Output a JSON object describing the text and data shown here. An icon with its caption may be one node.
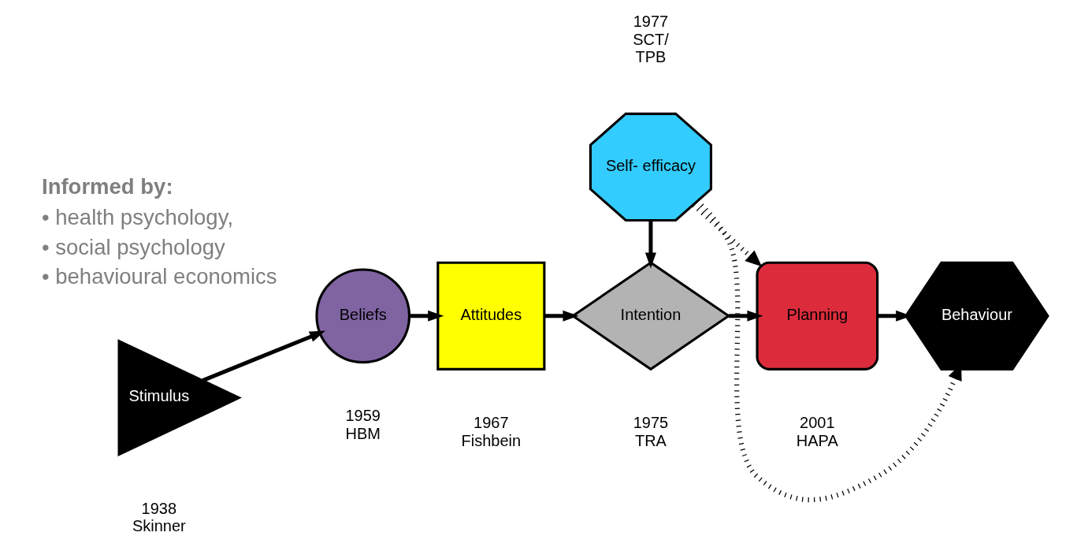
{
  "diagram": {
    "nodes": [
      {
        "text": [
          "Stimulus"
        ],
        "beside": [
          "1938 Skinner"
        ]
      },
      {
        "text": [
          "Beliefs"
        ],
        "beside": [
          "1959 HBM"
        ]
      },
      {
        "text": [
          "Attitudes"
        ],
        "beside": [
          "1967 Fishbein"
        ]
      },
      {
        "text": [
          "Intention"
        ],
        "beside": [
          "1975 TRA"
        ]
      },
      {
        "text": [
          "Planning"
        ],
        "beside": [
          "2001 HAPA"
        ]
      },
      {
        "text": [
          "Behaviour"
        ]
      },
      {
        "text": [
          "Self- efficacy"
        ],
        "beside": [
          "1977 SCT/ TPB"
        ]
      }
    ],
    "edges": [
      {
        "from": 0,
        "to": 1,
        "arrow": "to"
      },
      {
        "from": 1,
        "to": 2,
        "arrow": "to"
      },
      {
        "from": 2,
        "to": 3,
        "arrow": "to"
      },
      {
        "from": 3,
        "to": 4,
        "arrow": "to"
      },
      {
        "from": 4,
        "to": 5,
        "arrow": "to"
      },
      {
        "from": 6,
        "to": 3,
        "arrow": "to"
      },
      {
        "from": 6,
        "to": 4,
        "arrow": "to",
        "style": "dashed"
      },
      {
        "from": 6,
        "to": 5,
        "arrow": "to",
        "style": "dashed"
      }
    ],
    "labels": [
      "Informed by:",
      "• health psychology,",
      "• social psychology",
      "• behavioural economics"
    ]
  }
}
